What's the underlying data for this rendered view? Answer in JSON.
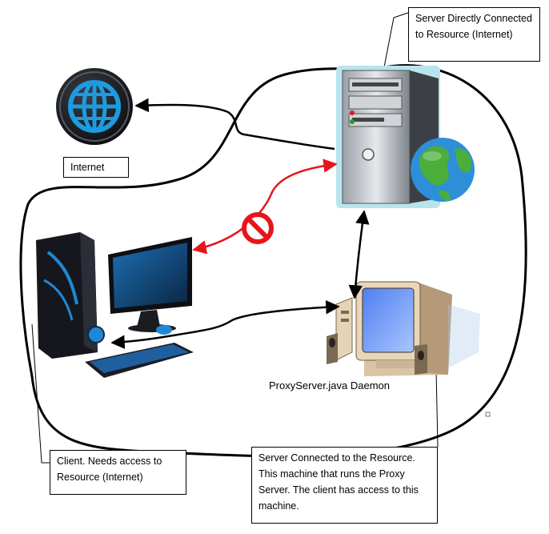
{
  "labels": {
    "server_direct": "Server Directly Connected to Resource (Internet)",
    "internet": "Internet",
    "daemon": "ProxyServer.java Daemon",
    "client": "Client. Needs access to Resource (Internet)",
    "proxy_server": "Server Connected to the Resource. This machine that runs the Proxy Server. The client has access to this machine."
  },
  "icons": {
    "internet": "globe-icon",
    "server": "server-tower-icon",
    "earth": "earth-globe-icon",
    "client": "desktop-computer-icon",
    "proxy": "crt-computer-icon",
    "blocked": "no-entry-icon"
  },
  "colors": {
    "blocked_arrow": "#e8141b",
    "connection": "#000000",
    "globe_blue": "#1e9be0"
  }
}
